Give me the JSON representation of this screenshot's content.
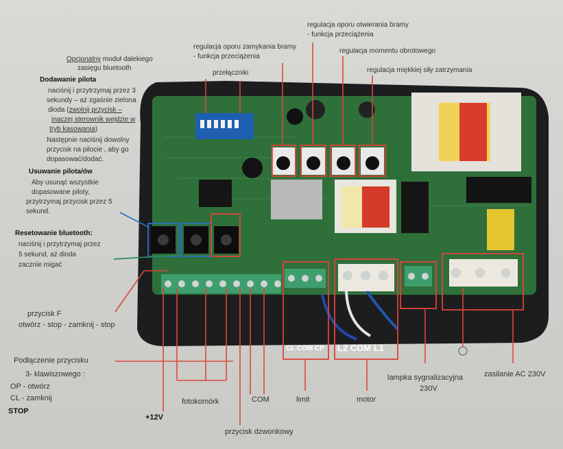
{
  "labels": {
    "opcjonalny_a": "Opcjonalny",
    "opcjonalny_b": " moduł dalekiego",
    "opcjonalny_c": "zasięgu bluetooth",
    "dodawanie_title": "Dodawanie pilota",
    "dodawanie_1": "naciśnij i przytrzymaj przez 3",
    "dodawanie_2": "sekundy – aż zgaśnie zielona",
    "dodawanie_3a": "dioda (",
    "dodawanie_3b": "zwolnij przycisk –",
    "dodawanie_4": "inaczej sterownik wejdzie w",
    "dodawanie_5": "tryb kasowania",
    "dodawanie_5b": ")",
    "dodawanie_6": "Następnie naciśnij dowolny",
    "dodawanie_7": "przycisk na pilocie , aby go",
    "dodawanie_8": "dopasować/dodać.",
    "usuwanie_title": "Usuwanie pilota/ów",
    "usuwanie_1": "Aby usunąć wszystkie",
    "usuwanie_2": "dopasowane piloty,",
    "usuwanie_3": "przytrzymaj przycisk przez 5",
    "usuwanie_4": "sekund.",
    "reset_title": "Resetowanie bluetooth:",
    "reset_1": "naciśnij i przytrzymaj przez",
    "reset_2": "5 sekund, aż dioda",
    "reset_3": "zacznie migać",
    "przelaczniki": "przełączniki",
    "zamykania_a": "regulacja oporu ",
    "zamykania_b": "zamykania bramy",
    "zamykania_c": "- funkcja przeciążenia",
    "otwierania_a": "regulacja oporu ",
    "otwierania_b": "otwierania bramy",
    "otwierania_c": "- funkcja przeciążenia",
    "moment": "regulacja momentu obrotowego",
    "miekka": "regulacja miękkiej siły zatrzymania",
    "przyciskF_a": "przycisk ",
    "przyciskF_b": "F",
    "przyciskF_c": "otwórz - ",
    "przyciskF_d": "stop",
    "przyciskF_e": " - zamknij - ",
    "przyciskF_f": "stop",
    "podl_1": "Podłączenie przycisku",
    "podl_2": "3- klawiszowego :",
    "op_a": "OP",
    "op_b": " - otwórz",
    "cl_a": "CL",
    "cl_b": " - zamknij",
    "stop": "STOP",
    "v12": "+12V",
    "fotokomork": "fotokomórk",
    "com": "COM",
    "limit": "limit",
    "motor": "motor",
    "dzwonkowy": "przycisk dzwonkowy",
    "lampka_1": "lampka sygnalizacyjna",
    "lampka_2": "230V",
    "zasilanie": "zasilanie AC 230V",
    "cl_com_cp": "CL COM CP",
    "l2_com_l1": "L2  COM  L1"
  },
  "board": {
    "pcb_color": "#2f6f3a",
    "case_color": "#1c1d1f",
    "terminal_color": "#3f9e6e",
    "arrow_color": "#d9493a",
    "highlight_red": "#e04338",
    "highlight_blue": "#2c6fc7"
  }
}
